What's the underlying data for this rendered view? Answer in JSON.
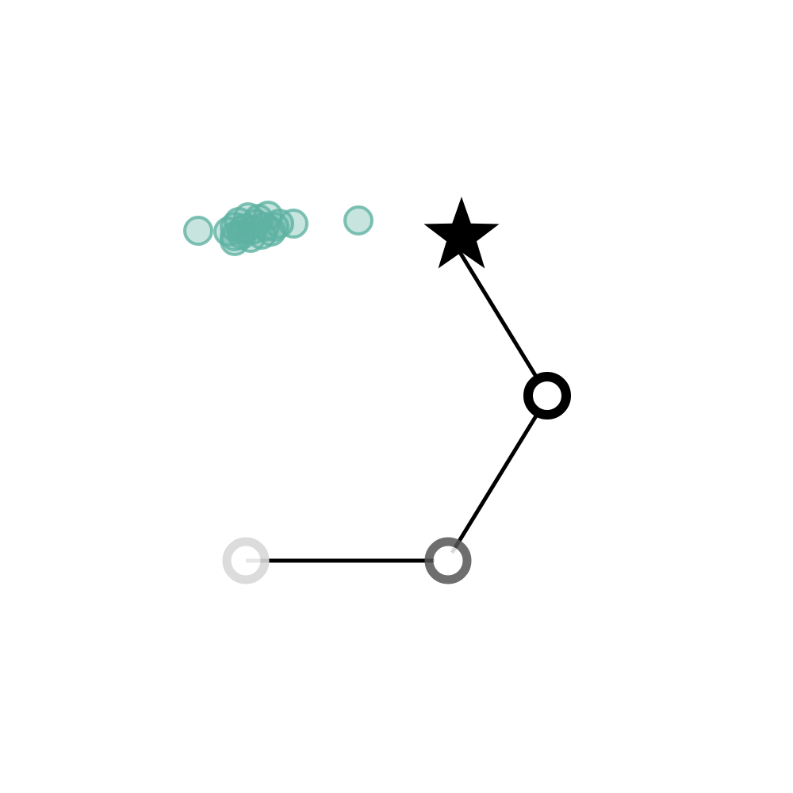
{
  "colors": {
    "background": "#ffffff",
    "path_line": "#000000",
    "cluster": "#5fb3a3",
    "start_node": "#d9d9d9",
    "mid_node": "#555555",
    "joint_node": "#000000",
    "goal_star": "#000000"
  },
  "diagram": {
    "nodes": [
      {
        "id": "start",
        "role": "start",
        "shape": "ring",
        "emphasis": "faded"
      },
      {
        "id": "mid",
        "role": "intermediate",
        "shape": "ring",
        "emphasis": "medium"
      },
      {
        "id": "joint",
        "role": "intermediate",
        "shape": "ring",
        "emphasis": "strong"
      },
      {
        "id": "goal",
        "role": "goal",
        "shape": "star-icon",
        "emphasis": "strong"
      }
    ],
    "edges": [
      {
        "from": "start",
        "to": "mid"
      },
      {
        "from": "mid",
        "to": "joint"
      },
      {
        "from": "joint",
        "to": "goal"
      }
    ],
    "cluster_point_count": 22
  }
}
